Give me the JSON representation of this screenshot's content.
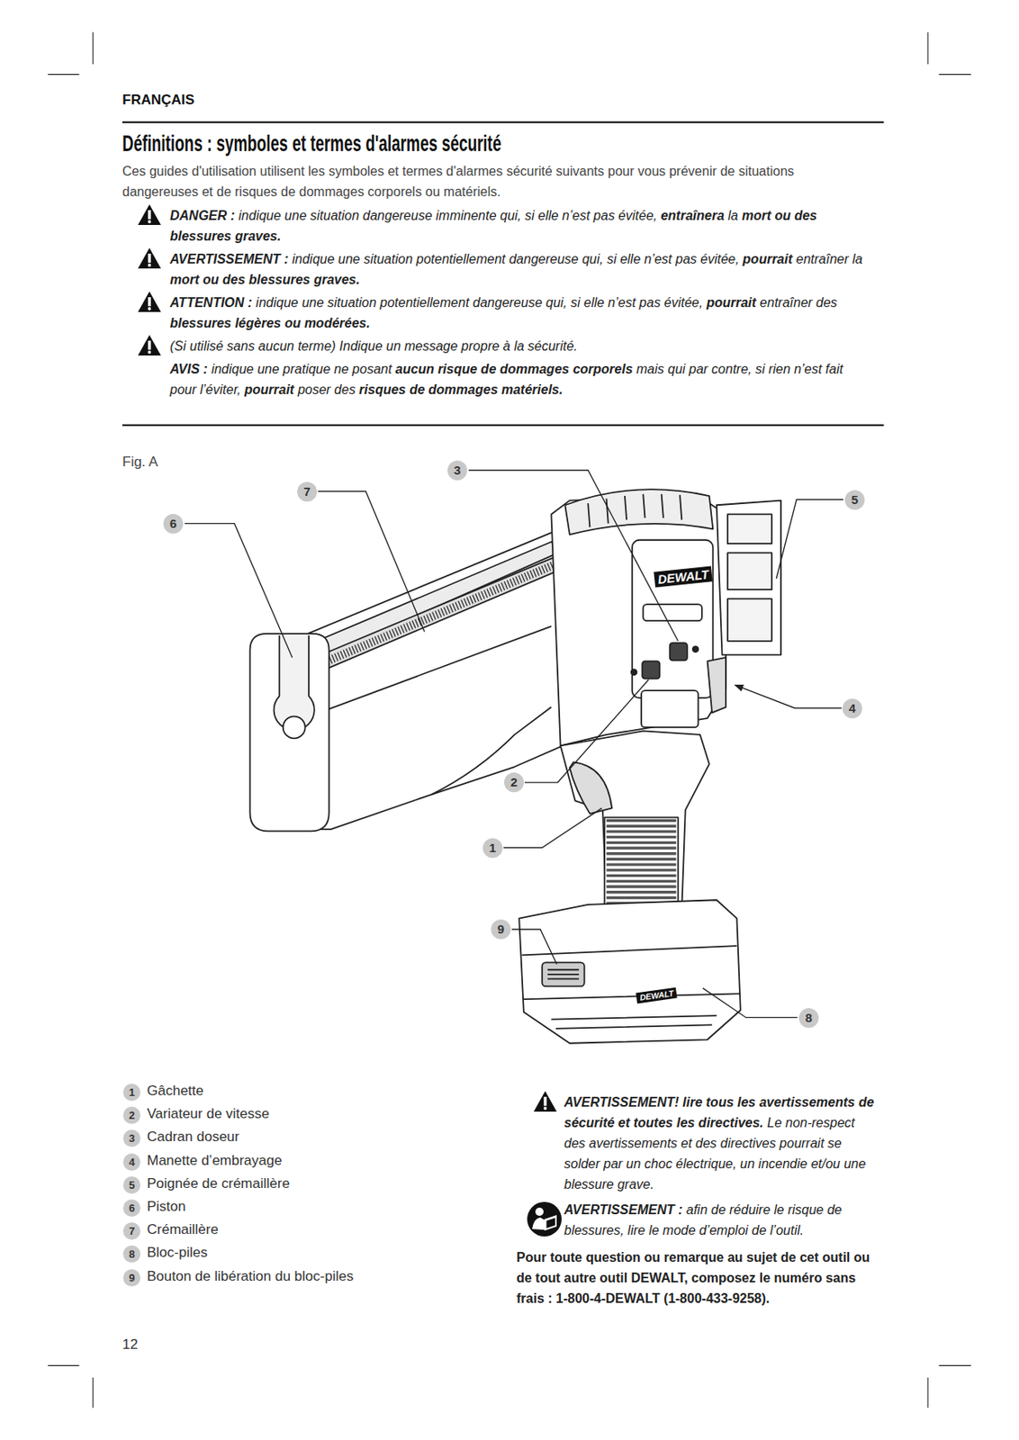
{
  "diagram": {
    "title": "Définitions : symboles et termes d'alarmes sécurité",
    "labels": [
      "FRANÇAIS",
      "Ces guides d'utilisation utilisent les symboles et termes d'alarmes sécurité suivants pour vous prévenir de situations dangereuses et de risques de dommages corporels ou matériels.",
      "DANGER :",
      "indique une situation dangereuse imminente qui, si elle n’est pas évitée,",
      "entraînera",
      "la",
      "mort ou des blessures graves.",
      "AVERTISSEMENT :",
      "indique une situation potentiellement dangereuse qui, si elle n’est pas évitée,",
      "pourrait",
      "entraîner la",
      "mort ou des blessures graves.",
      "ATTENTION :",
      "indique une situation potentiellement dangereuse qui, si elle n’est pas évitée,",
      "pourrait",
      "entraîner des",
      "blessures légères ou modérées.",
      "(Si utilisé sans aucun terme) Indique un message propre à la sécurité.",
      "AVIS :",
      "indique une pratique ne posant",
      "aucun risque de dommages corporels",
      "mais qui par contre, si rien n’est fait pour l’éviter,",
      "pourrait",
      "poser des",
      "risques de dommages matériels.",
      "Fig. A",
      "3",
      "7",
      "6",
      "5",
      "DEWALT",
      "4",
      "2",
      "1",
      "9",
      "DEWALT",
      "8",
      "1",
      "Gâchette",
      "2",
      "Variateur de vitesse",
      "3",
      "Cadran doseur",
      "4",
      "Manette d’embrayage",
      "5",
      "Poignée de crémaillère",
      "6",
      "Piston",
      "7",
      "Crémaillère",
      "8",
      "Bloc-piles",
      "9",
      "Bouton de libération du bloc-piles",
      "AVERTISSEMENT! lire tous les avertissements de sécurité et toutes les directives.",
      "Le non-respect des avertissements et des directives pourrait se solder par un choc électrique, un incendie et/ou une blessure grave.",
      "AVERTISSEMENT :",
      "afin de réduire le risque de blessures, lire le mode d’emploi de l’outil.",
      "Pour toute question ou remarque au sujet de cet outil ou de tout autre outil DEWALT, composez le numéro sans frais : 1-800-4-DEWALT (1-800-433-9258).",
      "12"
    ]
  }
}
